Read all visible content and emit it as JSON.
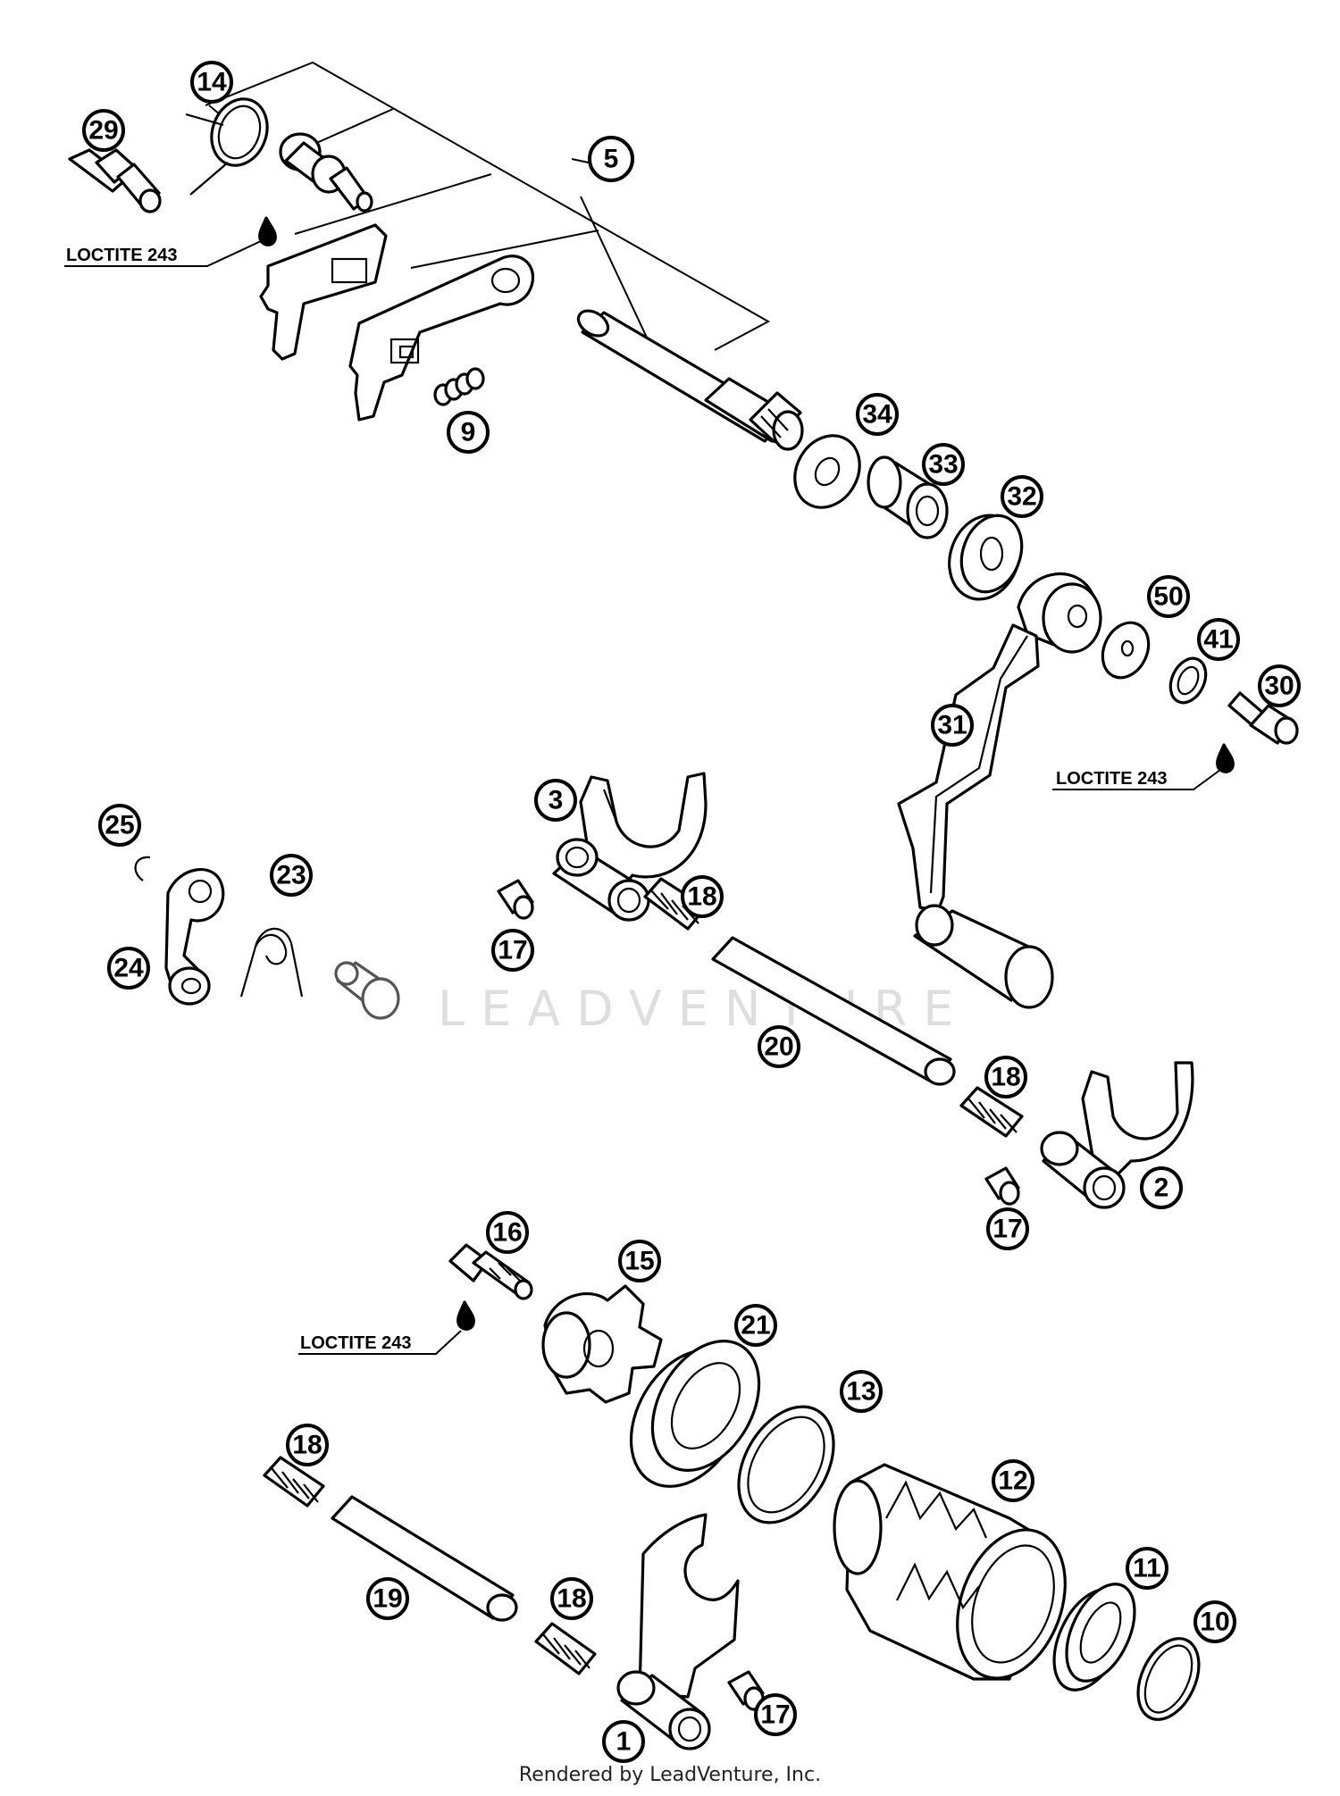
{
  "callouts": [
    {
      "id": "c14",
      "label": "14"
    },
    {
      "id": "c29",
      "label": "29"
    },
    {
      "id": "c5",
      "label": "5"
    },
    {
      "id": "c9",
      "label": "9"
    },
    {
      "id": "c34",
      "label": "34"
    },
    {
      "id": "c33",
      "label": "33"
    },
    {
      "id": "c32",
      "label": "32"
    },
    {
      "id": "c50",
      "label": "50"
    },
    {
      "id": "c41",
      "label": "41"
    },
    {
      "id": "c30",
      "label": "30"
    },
    {
      "id": "c31",
      "label": "31"
    },
    {
      "id": "c3",
      "label": "3"
    },
    {
      "id": "c25",
      "label": "25"
    },
    {
      "id": "c23",
      "label": "23"
    },
    {
      "id": "c24",
      "label": "24"
    },
    {
      "id": "c18a",
      "label": "18"
    },
    {
      "id": "c17a",
      "label": "17"
    },
    {
      "id": "c20",
      "label": "20"
    },
    {
      "id": "c18b",
      "label": "18"
    },
    {
      "id": "c2",
      "label": "2"
    },
    {
      "id": "c17b",
      "label": "17"
    },
    {
      "id": "c16",
      "label": "16"
    },
    {
      "id": "c15",
      "label": "15"
    },
    {
      "id": "c21",
      "label": "21"
    },
    {
      "id": "c13",
      "label": "13"
    },
    {
      "id": "c12",
      "label": "12"
    },
    {
      "id": "c18c",
      "label": "18"
    },
    {
      "id": "c19",
      "label": "19"
    },
    {
      "id": "c18d",
      "label": "18"
    },
    {
      "id": "c11",
      "label": "11"
    },
    {
      "id": "c10",
      "label": "10"
    },
    {
      "id": "c17c",
      "label": "17"
    },
    {
      "id": "c1",
      "label": "1"
    }
  ],
  "notes": [
    {
      "id": "n1",
      "text": "LOCTITE 243"
    },
    {
      "id": "n2",
      "text": "LOCTITE 243"
    },
    {
      "id": "n3",
      "text": "LOCTITE 243"
    }
  ],
  "watermark": "LEADVENTURE",
  "footer": "Rendered by LeadVenture, Inc."
}
